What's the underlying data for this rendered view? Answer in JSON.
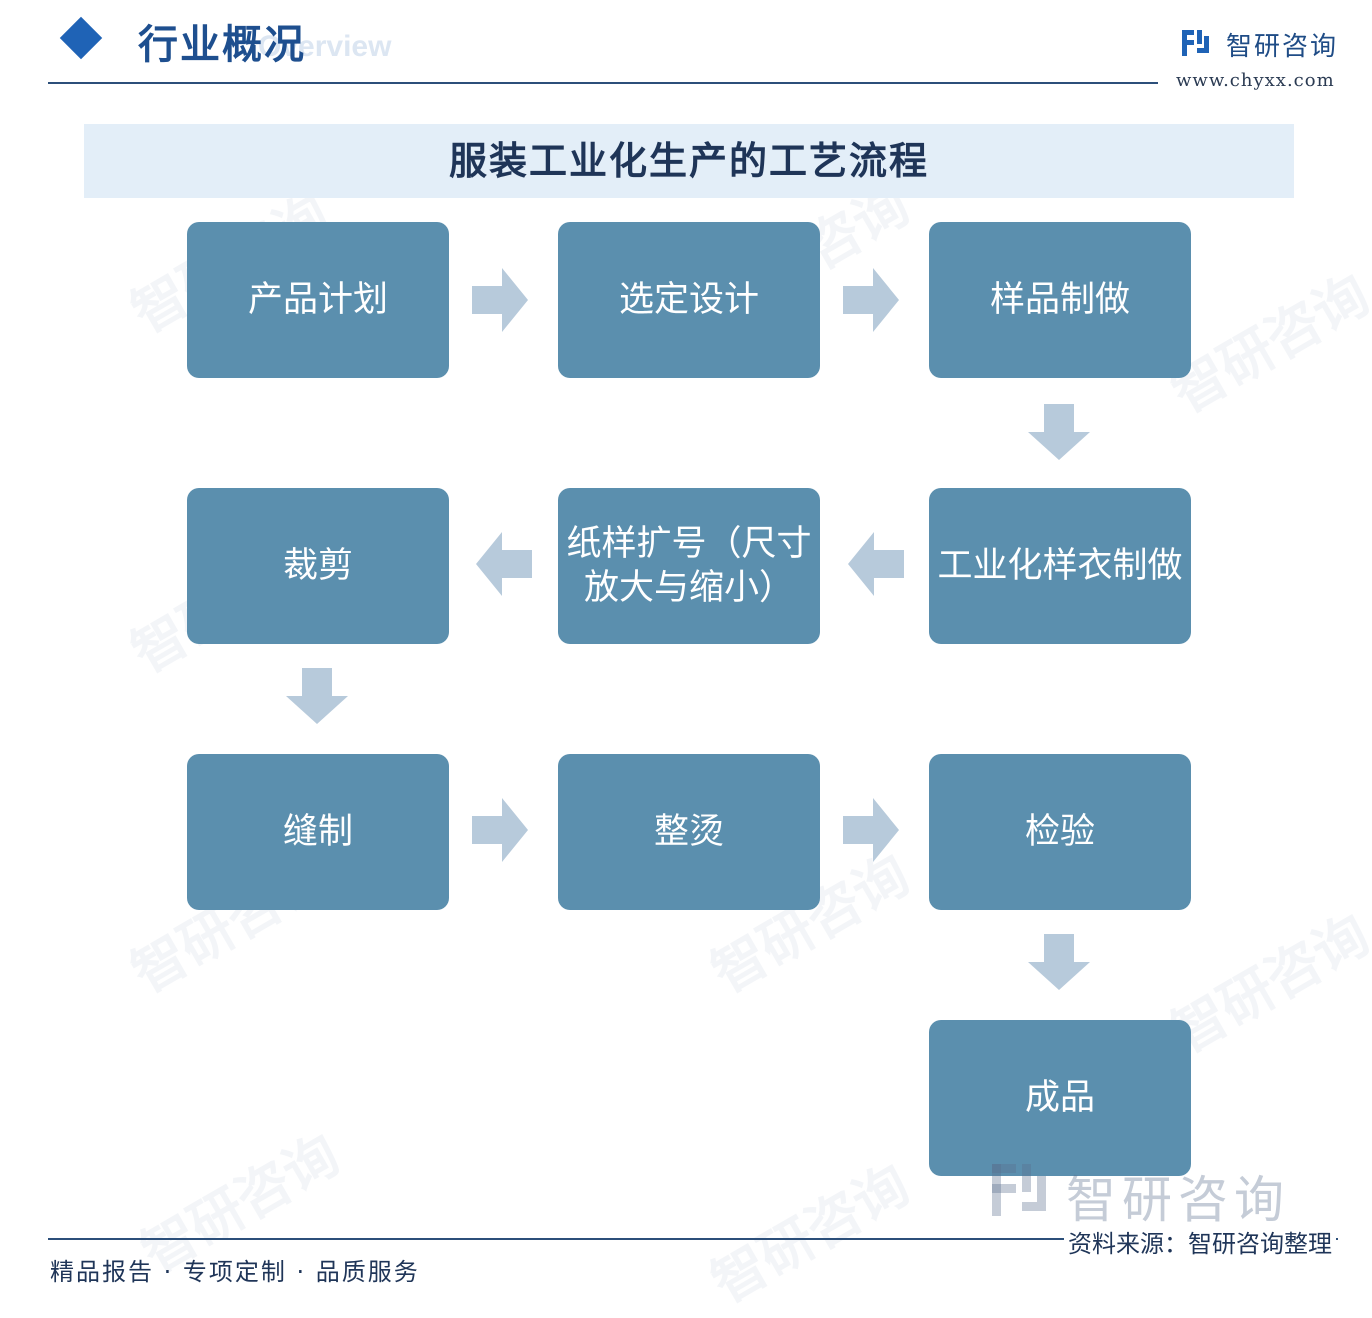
{
  "header": {
    "section_title": "行业概况",
    "section_subtitle": "Overview",
    "brand_name": "智研咨询",
    "brand_url": "www.chyxx.com"
  },
  "diagram": {
    "title": "服装工业化生产的工艺流程",
    "steps": [
      "产品计划",
      "选定设计",
      "样品制做",
      "工业化样衣制做",
      "纸样扩号（尺寸放大与缩小）",
      "裁剪",
      "缝制",
      "整烫",
      "检验",
      "成品"
    ],
    "colors": {
      "box": "#5b8fae",
      "arrow": "#b7cadb",
      "title_bar": "#e3eef8"
    }
  },
  "footer": {
    "tagline": "精品报告 · 专项定制 · 品质服务",
    "source": "资料来源：智研咨询整理",
    "logo_text": "智研咨询"
  }
}
